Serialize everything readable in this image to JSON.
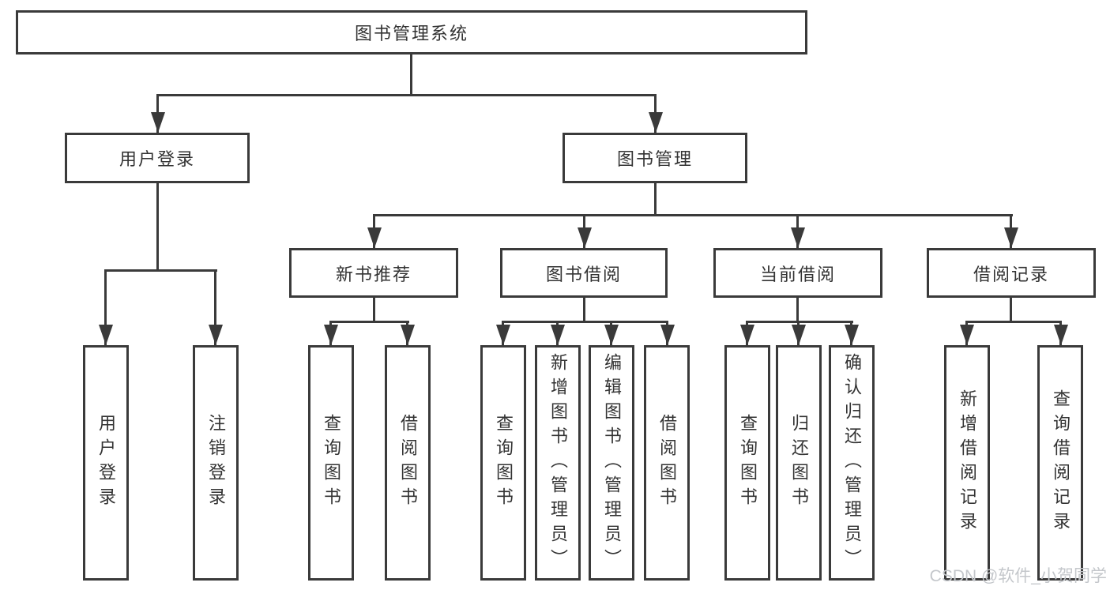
{
  "root": {
    "label": "图书管理系统"
  },
  "branches": {
    "user_login": {
      "label": "用户登录",
      "children": [
        {
          "label": "用户登录"
        },
        {
          "label": "注销登录"
        }
      ]
    },
    "book_management": {
      "label": "图书管理",
      "children": [
        {
          "label": "新书推荐",
          "children": [
            {
              "label": "查询图书"
            },
            {
              "label": "借阅图书"
            }
          ]
        },
        {
          "label": "图书借阅",
          "children": [
            {
              "label": "查询图书"
            },
            {
              "label": "新增图书（管理员）"
            },
            {
              "label": "编辑图书（管理员）"
            },
            {
              "label": "借阅图书"
            }
          ]
        },
        {
          "label": "当前借阅",
          "children": [
            {
              "label": "查询图书"
            },
            {
              "label": "归还图书"
            },
            {
              "label": "确认归还（管理员）"
            }
          ]
        },
        {
          "label": "借阅记录",
          "children": [
            {
              "label": "新增借阅记录"
            },
            {
              "label": "查询借阅记录"
            }
          ]
        }
      ]
    }
  },
  "watermark": {
    "text": "CSDN @软件_小贺同学"
  },
  "colors": {
    "line": "#3a3a3a",
    "text": "#333333",
    "watermark": "#c4c7cb",
    "background": "#ffffff"
  }
}
